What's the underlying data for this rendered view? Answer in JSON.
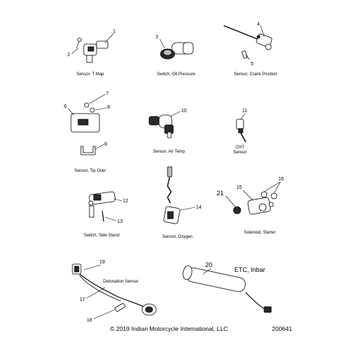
{
  "callouts": {
    "c1": "1",
    "c2": "2",
    "c3": "3",
    "c4": "4",
    "c5": "5",
    "c6": "6",
    "c7": "7",
    "c8": "8",
    "c9": "9",
    "c10": "10",
    "c11": "11",
    "c12": "12",
    "c13": "13",
    "c14": "14",
    "c15": "15",
    "c16": "16",
    "c17": "17",
    "c18": "18",
    "c19": "19",
    "c20": "20",
    "c21": "21"
  },
  "captions": {
    "tmap": "Sensor, T Map",
    "oil": "Switch, Oil Pressure",
    "crank": "Sensor, Crank Position",
    "tipover": "Sensor, Tip Over",
    "airtemp": "Sensor, Air Temp",
    "cht_line1": "CHT",
    "cht_line2": "Sensor",
    "sidestand": "Switch, Side Stand",
    "oxygen": "Sensor, Oxygen",
    "starter": "Solenoid, Starter",
    "detonation": "Detonation Sensor",
    "etc": "ETC, Inbar"
  },
  "footer": {
    "copyright": "© 2019 Indian Motorcycle International, LLC",
    "drawing_number": "200641"
  }
}
